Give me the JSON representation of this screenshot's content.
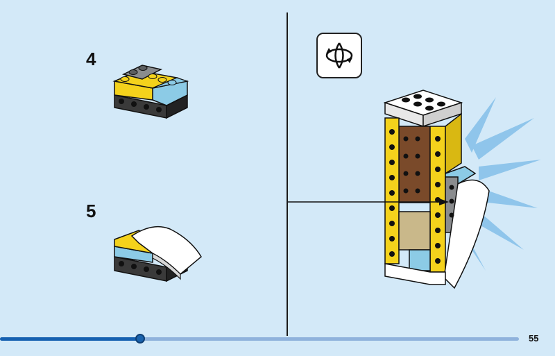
{
  "steps": [
    {
      "number": "4"
    },
    {
      "number": "5"
    }
  ],
  "rotate_icon": {
    "name": "rotate-model-icon"
  },
  "progress": {
    "fraction": 0.27
  },
  "page_number": "55",
  "colors": {
    "background": "#d3e9f8",
    "progress_track": "#8fb2dc",
    "progress_fill": "#1560b0",
    "yellow": "#f4d21c",
    "brown": "#7a4a2a",
    "light_blue": "#8ccbe6",
    "gray": "#8a8c8e",
    "black": "#1b1b1b",
    "white": "#ffffff"
  }
}
